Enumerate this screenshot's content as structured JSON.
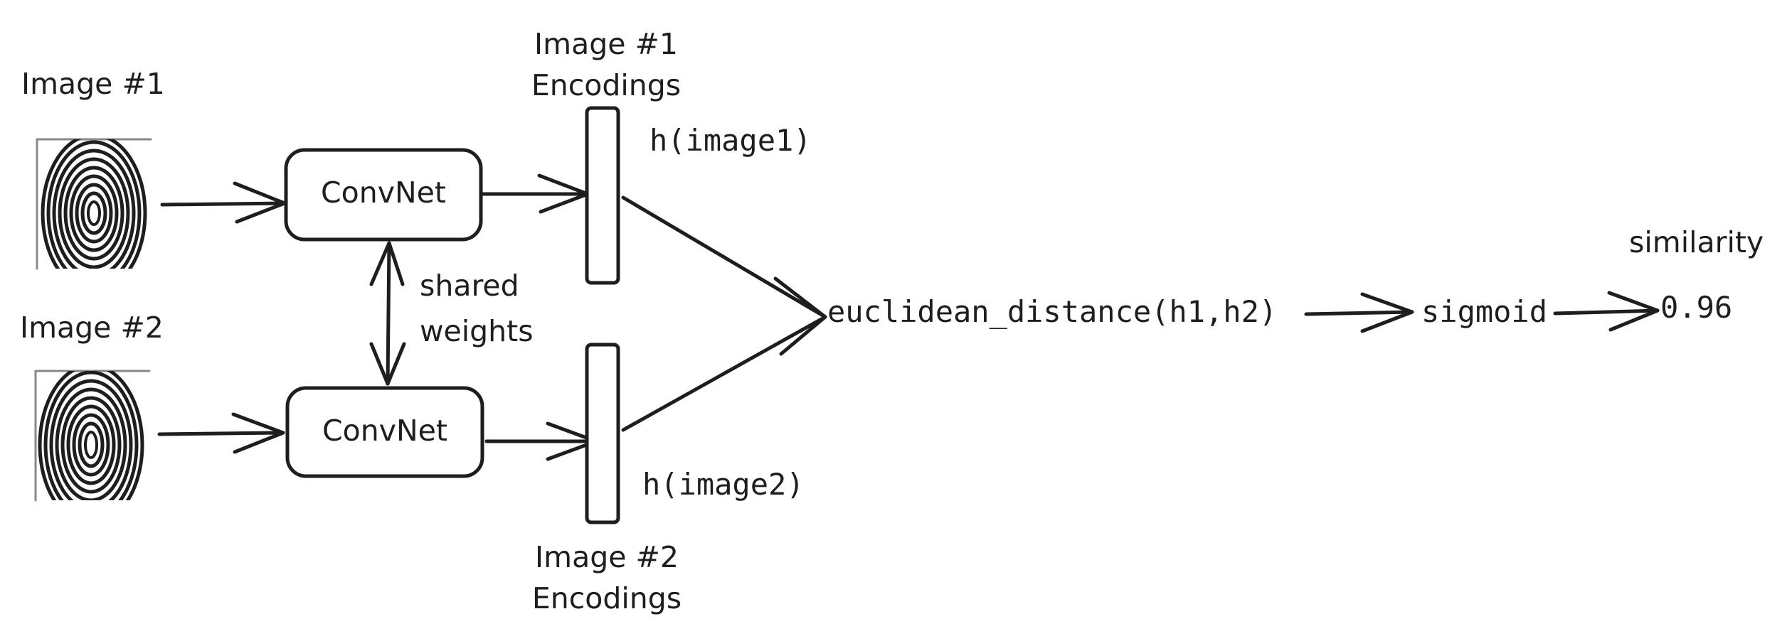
{
  "colors": {
    "ink": "#1e1e1e",
    "background": "#ffffff"
  },
  "inputs": {
    "image1_label": "Image #1",
    "image2_label": "Image #2",
    "image1_picture": "fingerprint-image",
    "image2_picture": "fingerprint-image"
  },
  "networks": {
    "convnet_top": "ConvNet",
    "convnet_bottom": "ConvNet",
    "shared_line1": "shared",
    "shared_line2": "weights"
  },
  "encodings": {
    "top_title_line1": "Image #1",
    "top_title_line2": "Encodings",
    "top_formula": "h(image1)",
    "bottom_title_line1": "Image #2",
    "bottom_title_line2": "Encodings",
    "bottom_formula": "h(image2)"
  },
  "pipeline": {
    "distance": "euclidean_distance(h1,h2)",
    "activation": "sigmoid",
    "output_label": "similarity",
    "output_value": "0.96"
  }
}
